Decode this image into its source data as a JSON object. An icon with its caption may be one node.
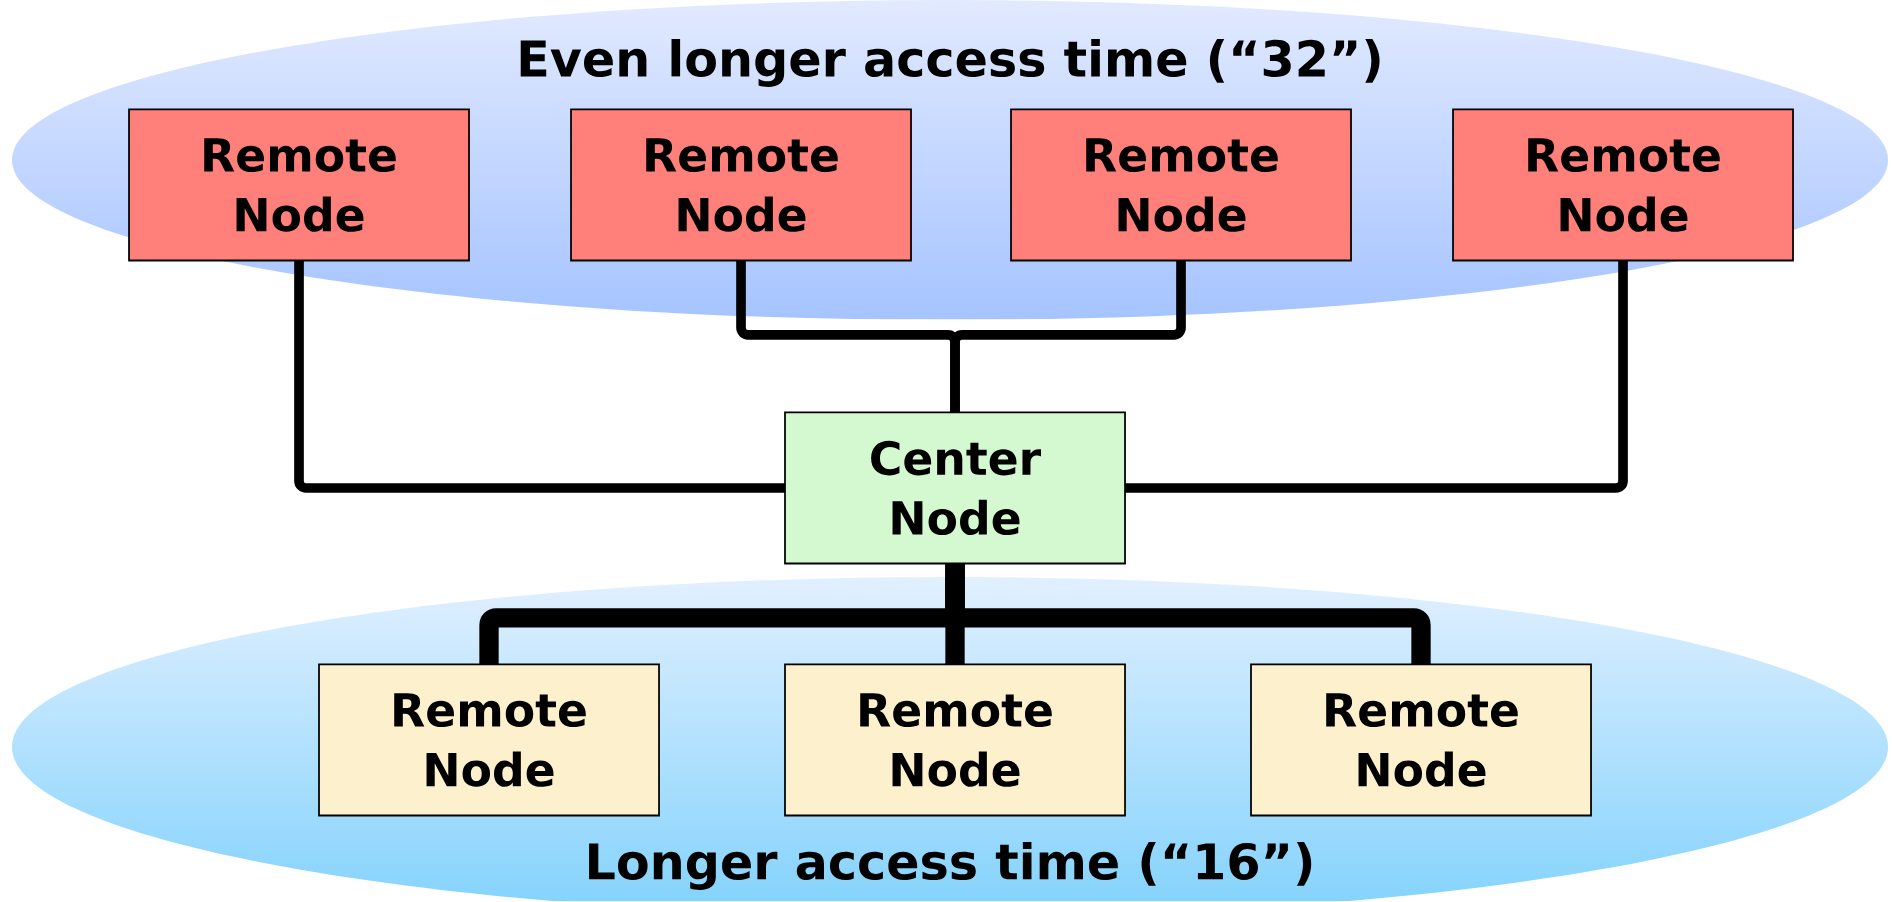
{
  "diagram": {
    "nodes": [
      {
        "text": [
          "Even longer access time (“32”)"
        ]
      },
      {
        "text": [
          "Remote Node"
        ],
        "in": 0
      },
      {
        "text": [
          "Remote Node"
        ],
        "in": 0
      },
      {
        "text": [
          "Remote Node"
        ],
        "in": 0
      },
      {
        "text": [
          "Remote Node"
        ],
        "in": 0
      },
      {
        "text": [
          "Center Node"
        ]
      },
      {
        "text": [
          "Longer access time (“16”)"
        ]
      },
      {
        "text": [
          "Remote Node"
        ],
        "in": 6
      },
      {
        "text": [
          "Remote Node"
        ],
        "in": 6
      },
      {
        "text": [
          "Remote Node"
        ],
        "in": 6
      }
    ],
    "edges": [
      {
        "from": 1,
        "to": 5,
        "arrow": "none"
      },
      {
        "from": 2,
        "to": 5,
        "arrow": "none"
      },
      {
        "from": 3,
        "to": 5,
        "arrow": "none"
      },
      {
        "from": 4,
        "to": 5,
        "arrow": "none"
      },
      {
        "from": 5,
        "to": 7,
        "arrow": "none",
        "style": "thick"
      },
      {
        "from": 5,
        "to": 8,
        "arrow": "none",
        "style": "thick"
      },
      {
        "from": 5,
        "to": 9,
        "arrow": "none",
        "style": "thick"
      }
    ]
  }
}
